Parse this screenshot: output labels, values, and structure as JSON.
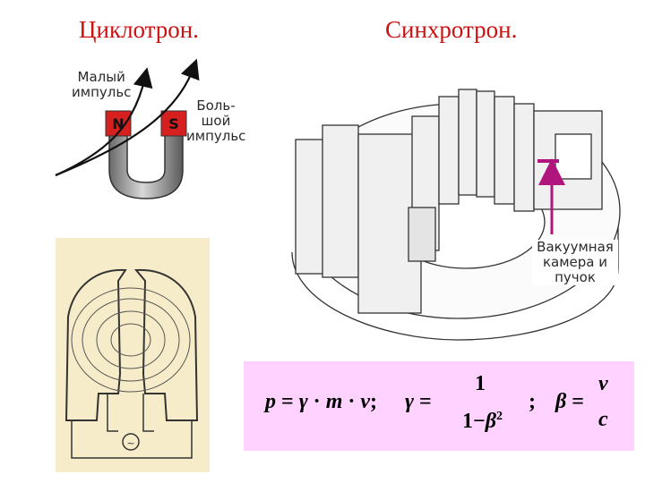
{
  "titles": {
    "cyclotron": "Циклотрон.",
    "synchrotron": "Синхротрон."
  },
  "magnet": {
    "small_impulse": [
      "Малый",
      "импульс"
    ],
    "big_impulse": [
      "Боль-",
      "шой",
      "импульс"
    ],
    "pole_n": "N",
    "pole_s": "S"
  },
  "synchrotron_label": [
    "Вакуумная",
    "камера и",
    "пучок"
  ],
  "formula": {
    "p": "p",
    "eq": "=",
    "gamma": "γ",
    "dot": "·",
    "m": "m",
    "v": "v",
    "semi": ";",
    "one": "1",
    "one_minus": "1−",
    "beta": "β",
    "two": "2",
    "c": "c"
  },
  "colors": {
    "title": "#cc1111",
    "formula_bg": "#ffd2ff",
    "arrow_magenta": "#b0157e",
    "pole_red": "#d62020"
  }
}
